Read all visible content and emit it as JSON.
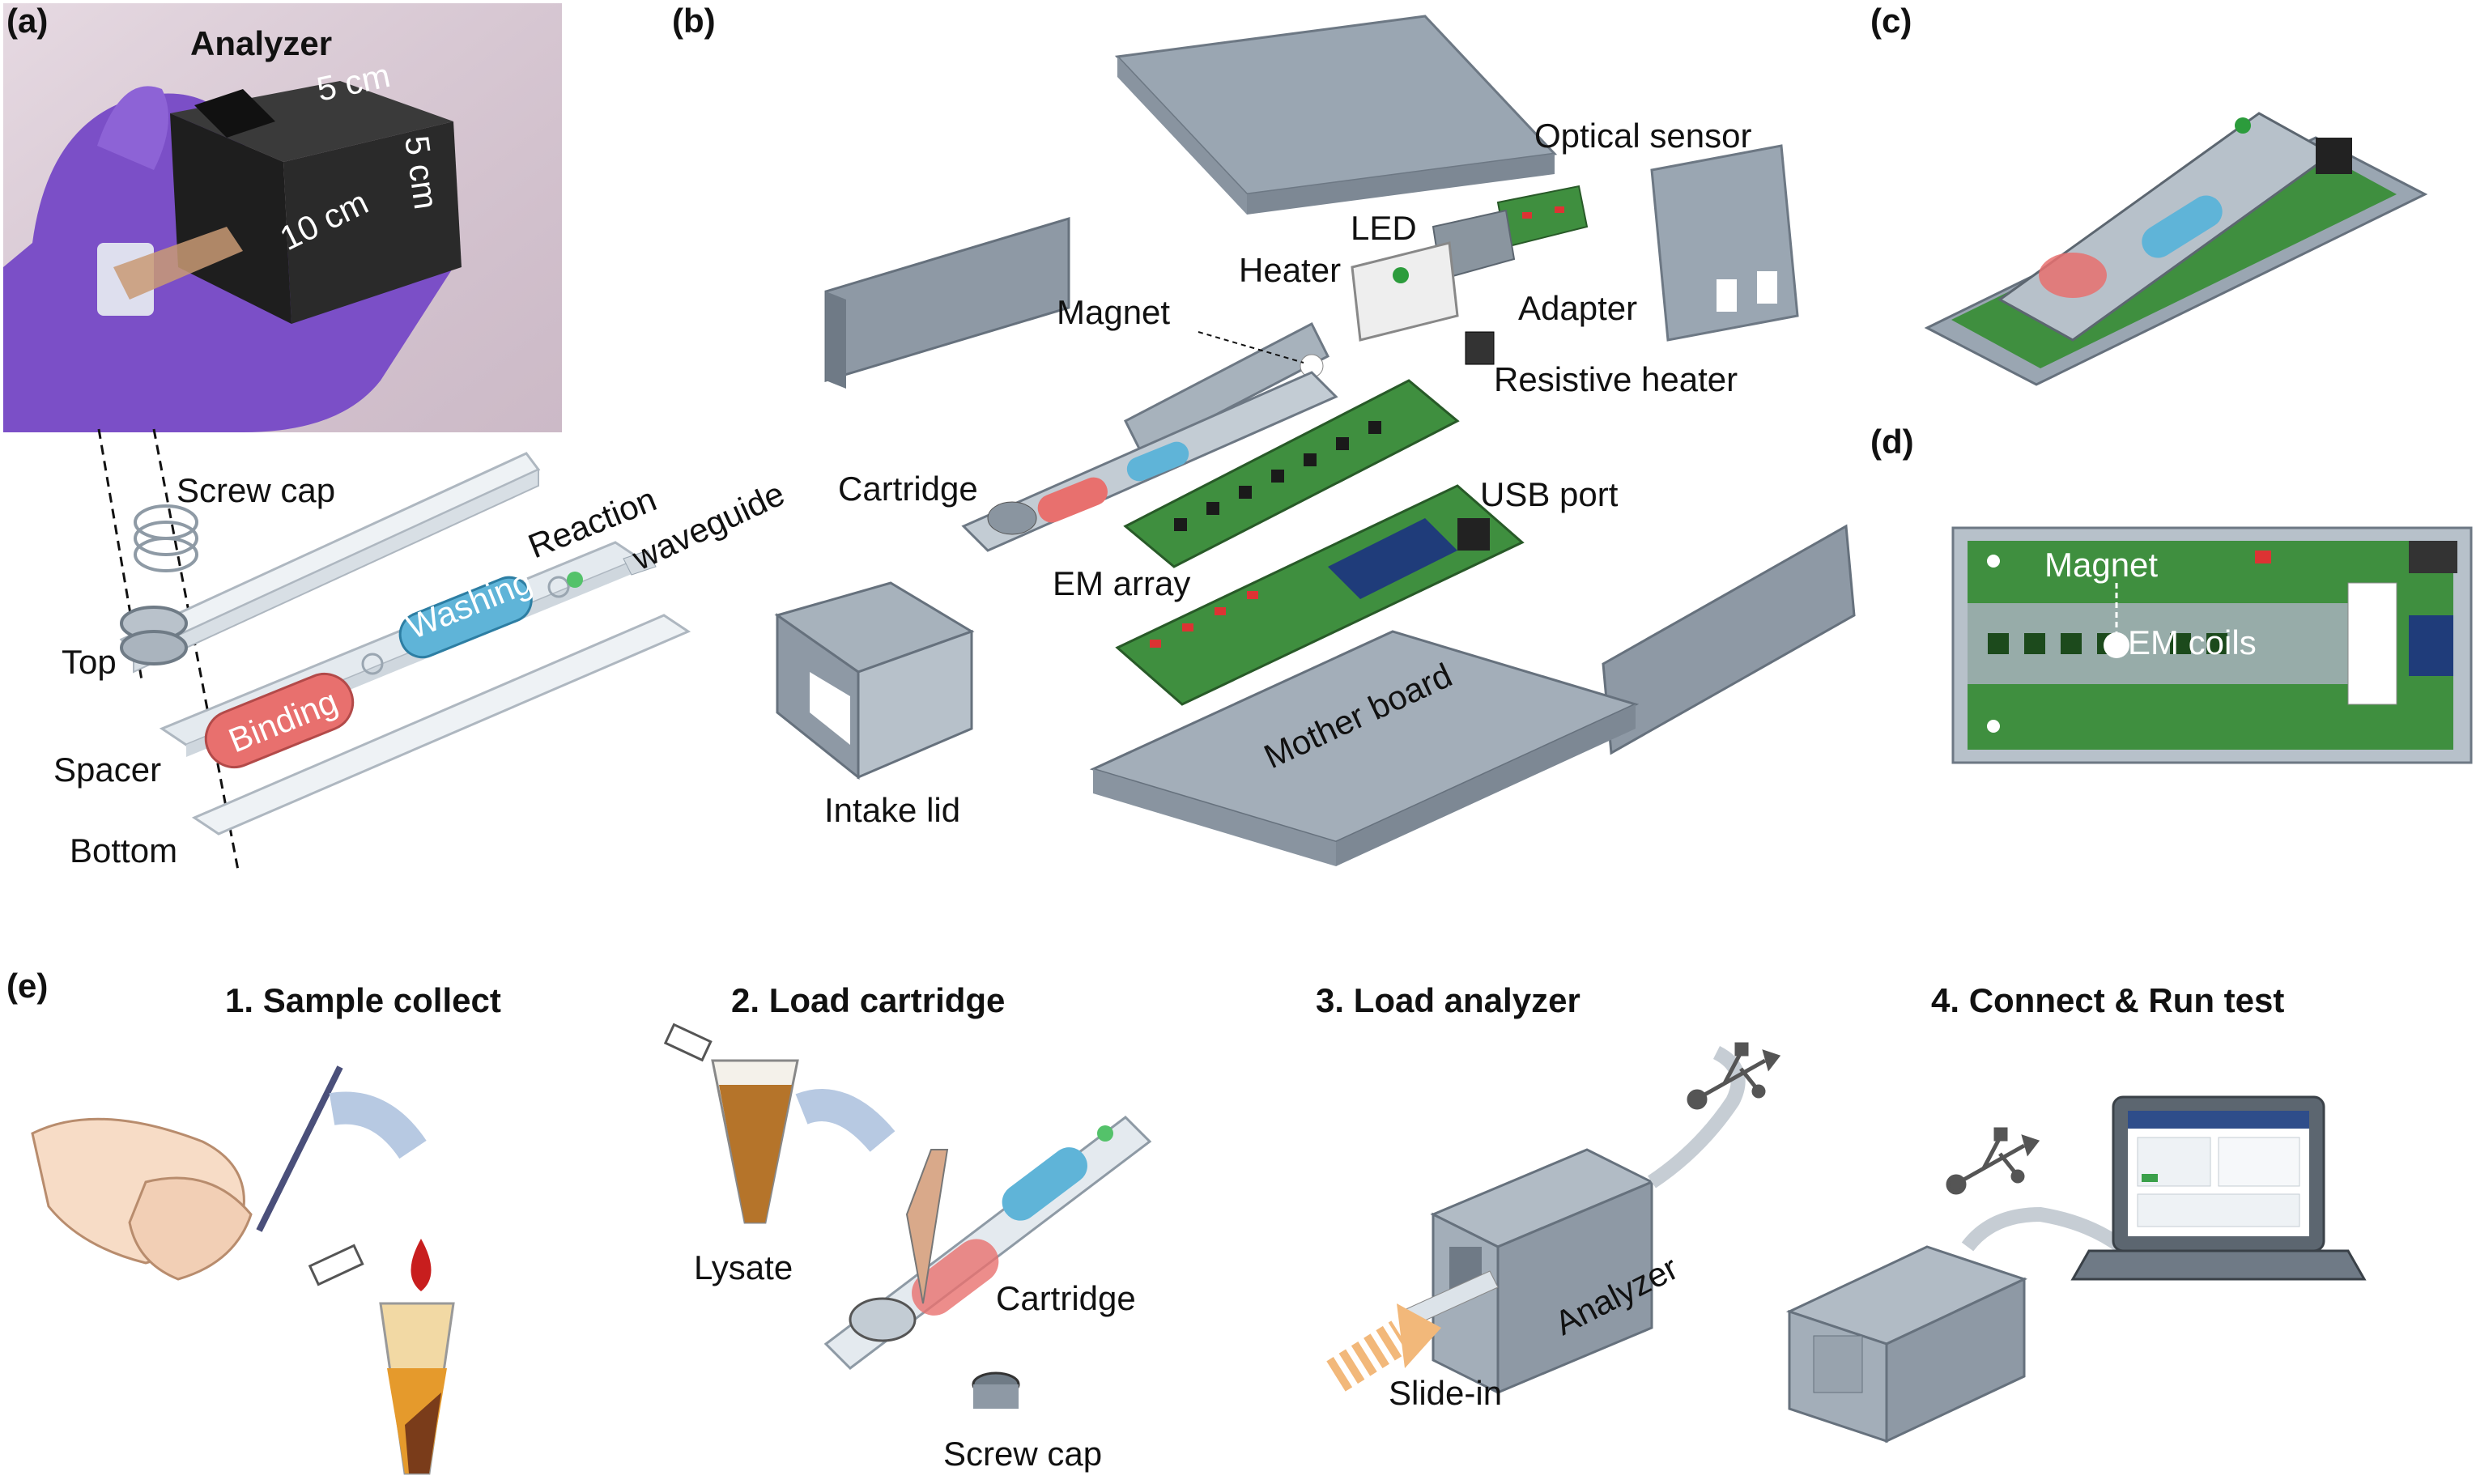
{
  "panels": {
    "a": {
      "tag": "(a)",
      "title": "Analyzer",
      "dims": [
        "5 cm",
        "5 cm",
        "10 cm"
      ],
      "layers": {
        "screw_cap": "Screw cap",
        "reaction": "Reaction",
        "waveguide": "waveguide",
        "top": "Top",
        "washing": "Washing",
        "binding": "Binding",
        "spacer": "Spacer",
        "bottom": "Bottom"
      }
    },
    "b": {
      "tag": "(b)",
      "labels": {
        "optical_sensor": "Optical sensor",
        "led": "LED",
        "heater": "Heater",
        "adapter": "Adapter",
        "magnet": "Magnet",
        "resistive_heater": "Resistive heater",
        "cartridge": "Cartridge",
        "usb_port": "USB port",
        "em_array": "EM array",
        "mother_board": "Mother board",
        "intake_lid": "Intake lid"
      }
    },
    "c": {
      "tag": "(c)"
    },
    "d": {
      "tag": "(d)",
      "labels": {
        "magnet": "Magnet",
        "em_coils": "EM coils"
      }
    },
    "e": {
      "tag": "(e)",
      "steps": [
        {
          "title": "1. Sample collect"
        },
        {
          "title": "2. Load cartridge",
          "labels": {
            "lysate": "Lysate",
            "cartridge": "Cartridge",
            "screw_cap": "Screw cap"
          }
        },
        {
          "title": "3. Load analyzer",
          "labels": {
            "analyzer": "Analyzer",
            "slide_in": "Slide-in"
          }
        },
        {
          "title": "4. Connect & Run test"
        }
      ]
    }
  },
  "colors": {
    "binding": "#e8706e",
    "washing": "#5fb4d8",
    "pcb_green": "#3f8f3f",
    "enclosure_gray": "#8f9aa6",
    "glove_purple": "#7b4fc7",
    "tube_brown": "#b5742a",
    "blood_red": "#c81e1e",
    "arrow_blue": "#b7c9e2",
    "arrow_orange": "#f2b87a"
  },
  "icons": [
    "usb-icon",
    "drop-icon",
    "arrow-icon",
    "laptop-icon"
  ]
}
